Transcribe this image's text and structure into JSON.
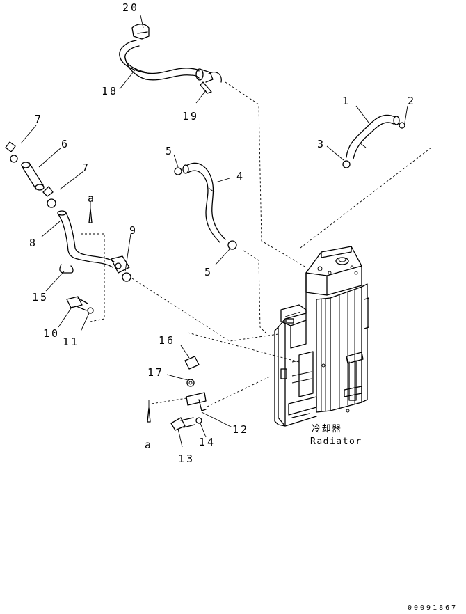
{
  "callouts": {
    "c1": "1",
    "c2": "2",
    "c3": "3",
    "c4": "4",
    "c5a": "5",
    "c5b": "5",
    "c6": "6",
    "c7a": "7",
    "c7b": "7",
    "c8": "8",
    "c9": "9",
    "c10": "10",
    "c11": "11",
    "c12": "12",
    "c13": "13",
    "c14": "14",
    "c15": "15",
    "c16": "16",
    "c17": "17",
    "c18": "18",
    "c19": "19",
    "c20": "20"
  },
  "markers": {
    "a_top": "a",
    "a_bottom": "a"
  },
  "radiator_label_jp": "冷却器",
  "radiator_label_en": "Radiator",
  "figure_code": "00091867"
}
